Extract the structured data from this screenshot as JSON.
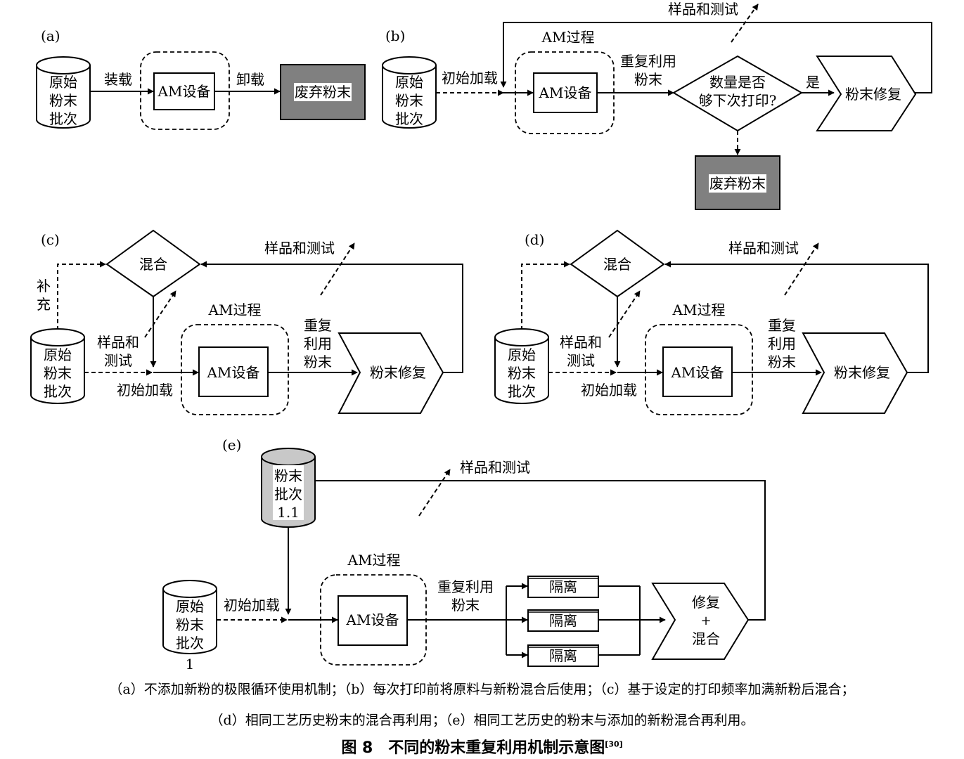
{
  "panels": {
    "a": {
      "tag": "(a)",
      "raw_batch": [
        "原始",
        "粉末",
        "批次"
      ],
      "load": "装载",
      "machine": "AM设备",
      "unload": "卸载",
      "waste": "废弃粉末"
    },
    "b": {
      "tag": "(b)",
      "raw_batch": [
        "原始",
        "粉末",
        "批次"
      ],
      "initial_load": "初始加载",
      "process": "AM过程",
      "machine": "AM设备",
      "reuse": [
        "重复利用",
        "粉末"
      ],
      "decision": [
        "数量是否",
        "够下次打印?"
      ],
      "yes": "是",
      "repair": "粉末修复",
      "sample": "样品和测试",
      "waste": "废弃粉末"
    },
    "c": {
      "tag": "(c)",
      "mix": "混合",
      "replenish": [
        "补",
        "充"
      ],
      "raw_batch": [
        "原始",
        "粉末",
        "批次"
      ],
      "sample_left": [
        "样品和",
        "测试"
      ],
      "initial_load": "初始加载",
      "process": "AM过程",
      "machine": "AM设备",
      "reuse": [
        "重复",
        "利用",
        "粉末"
      ],
      "repair": "粉末修复",
      "sample": "样品和测试"
    },
    "d": {
      "tag": "(d)",
      "mix": "混合",
      "raw_batch": [
        "原始",
        "粉末",
        "批次"
      ],
      "sample_left": [
        "样品和",
        "测试"
      ],
      "initial_load": "初始加载",
      "process": "AM过程",
      "machine": "AM设备",
      "reuse": [
        "重复",
        "利用",
        "粉末"
      ],
      "repair": "粉末修复",
      "sample": "样品和测试"
    },
    "e": {
      "tag": "(e)",
      "batch_11": [
        "粉末",
        "批次",
        "1.1"
      ],
      "raw_batch": [
        "原始",
        "粉末",
        "批次"
      ],
      "batch_number": "1",
      "initial_load": "初始加载",
      "process": "AM过程",
      "machine": "AM设备",
      "reuse": [
        "重复利用",
        "粉末"
      ],
      "isolation": [
        "隔离",
        "隔离",
        "隔离"
      ],
      "repair_mix": [
        "修复",
        "+",
        "混合"
      ],
      "sample": "样品和测试"
    }
  },
  "caption_line1": "（a）不添加新粉的极限循环使用机制；（b）每次打印前将原料与新粉混合后使用；（c）基于设定的打印频率加满新粉后混合；",
  "caption_line2": "（d）相同工艺历史粉末的混合再利用；（e）相同工艺历史的粉末与添加的新粉混合再利用。",
  "figure_title": "图 8　不同的粉末重复利用机制示意图",
  "figure_ref": "[30]",
  "colors": {
    "waste_fill": "#808080",
    "batch_fill": "#c8c8c8",
    "line": "#000000"
  }
}
